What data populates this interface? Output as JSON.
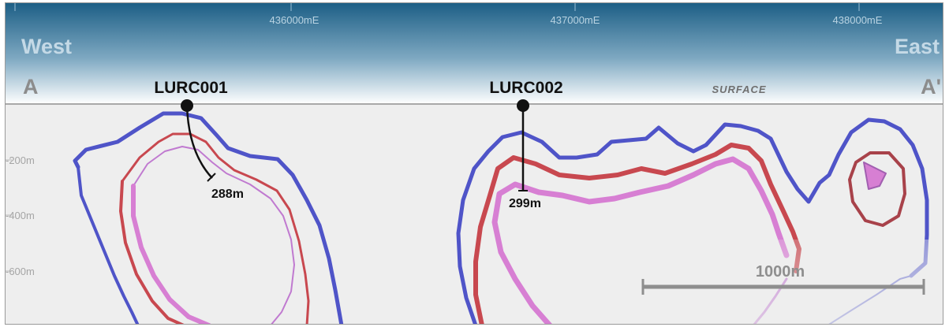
{
  "header": {
    "west_label": "West",
    "east_label": "East",
    "section_start": "A",
    "section_end": "A'",
    "surface_label": "SURFACE",
    "eastings": [
      "436000mE",
      "437000mE",
      "438000mE"
    ]
  },
  "depth_axis": {
    "ticks": [
      "-200m",
      "-400m",
      "-600m"
    ]
  },
  "drillholes": [
    {
      "id": "LURC001",
      "depth_label": "288m"
    },
    {
      "id": "LURC002",
      "depth_label": "299m"
    }
  ],
  "scale_bar": {
    "label": "1000m"
  },
  "colors": {
    "sky_top": "#1d5f86",
    "sky_bottom": "#ffffff",
    "section_bg": "#eeeeee",
    "outer_shell": "#4f54c8",
    "middle_shell": "#c8484f",
    "inner_shell": "#d77fd3",
    "scale_bar": "#8e8e8e"
  }
}
